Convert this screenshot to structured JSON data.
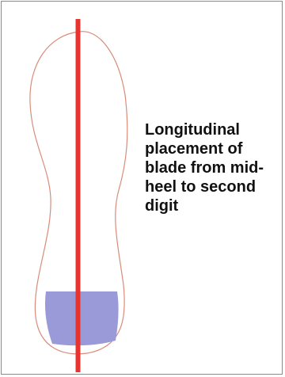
{
  "caption": {
    "lines": [
      "Longitudinal",
      "placement of",
      "blade from mid-",
      "heel to second",
      "digit"
    ]
  },
  "colors": {
    "sole_outline": "#d98c7a",
    "blade": "#e8342f",
    "heel_pad": "#9a9ad8",
    "frame_border": "#8a8a8a",
    "caption_text": "#111111"
  },
  "icons": {
    "sole": "foot-sole-outline",
    "blade": "vertical-blade-line",
    "heel_pad": "heel-pad-block"
  }
}
